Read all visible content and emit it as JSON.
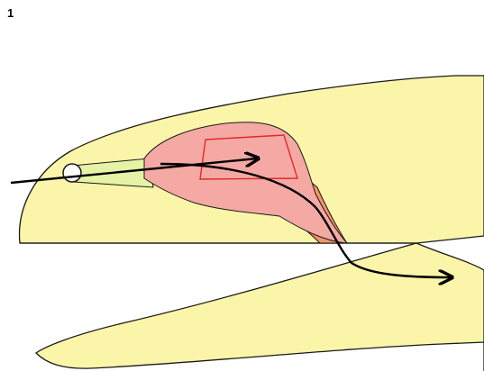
{
  "panel_label": "1",
  "colors": {
    "head_fill": "#fbf5a9",
    "head_stroke": "#1a1a1a",
    "gland_fill": "#f4a9a4",
    "duct_fill": "#e6f2a6",
    "posterior_fill": "#f39468",
    "inner_outline": "#e0282a",
    "arrow": "#000000"
  },
  "shapes": {
    "upper_head": "head-upper-jaw",
    "lower_head": "head-lower-jaw",
    "gland": "salivary-gland",
    "duct": "gland-duct",
    "posterior_region": "gland-posterior-region"
  },
  "arrows": [
    {
      "name": "airflow-arrow-upper"
    },
    {
      "name": "airflow-arrow-lower"
    }
  ]
}
